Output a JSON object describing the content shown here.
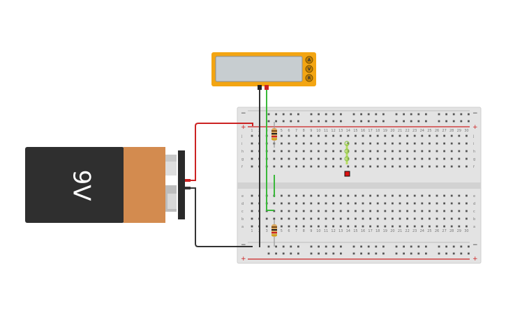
{
  "battery": {
    "label": "9V",
    "body_color": "#2f2f2f",
    "band_color": "#d38b4f"
  },
  "multimeter": {
    "buttons": [
      "A",
      "V",
      "R"
    ],
    "case_color": "#f3a512",
    "screen_color": "#c7cdd0"
  },
  "breadboard": {
    "top_rail_signs": [
      "−",
      "+"
    ],
    "bottom_rail_signs": [
      "−",
      "+"
    ],
    "top_row_letters": [
      "f",
      "g",
      "h",
      "i",
      "j"
    ],
    "bottom_row_letters": [
      "a",
      "b",
      "c",
      "d",
      "e"
    ],
    "column_numbers": [
      "1",
      "2",
      "3",
      "4",
      "5",
      "6",
      "7",
      "8",
      "9",
      "10",
      "11",
      "12",
      "13",
      "14",
      "15",
      "16",
      "17",
      "18",
      "19",
      "20",
      "21",
      "22",
      "23",
      "24",
      "25",
      "26",
      "27",
      "28",
      "29",
      "30"
    ],
    "positive_color": "#cc2020",
    "negative_color": "#333333"
  },
  "wires": {
    "red_color": "#cc2222",
    "black_color": "#333333",
    "green_color": "#3ab83a"
  },
  "led": {
    "color": "#dd1111"
  }
}
